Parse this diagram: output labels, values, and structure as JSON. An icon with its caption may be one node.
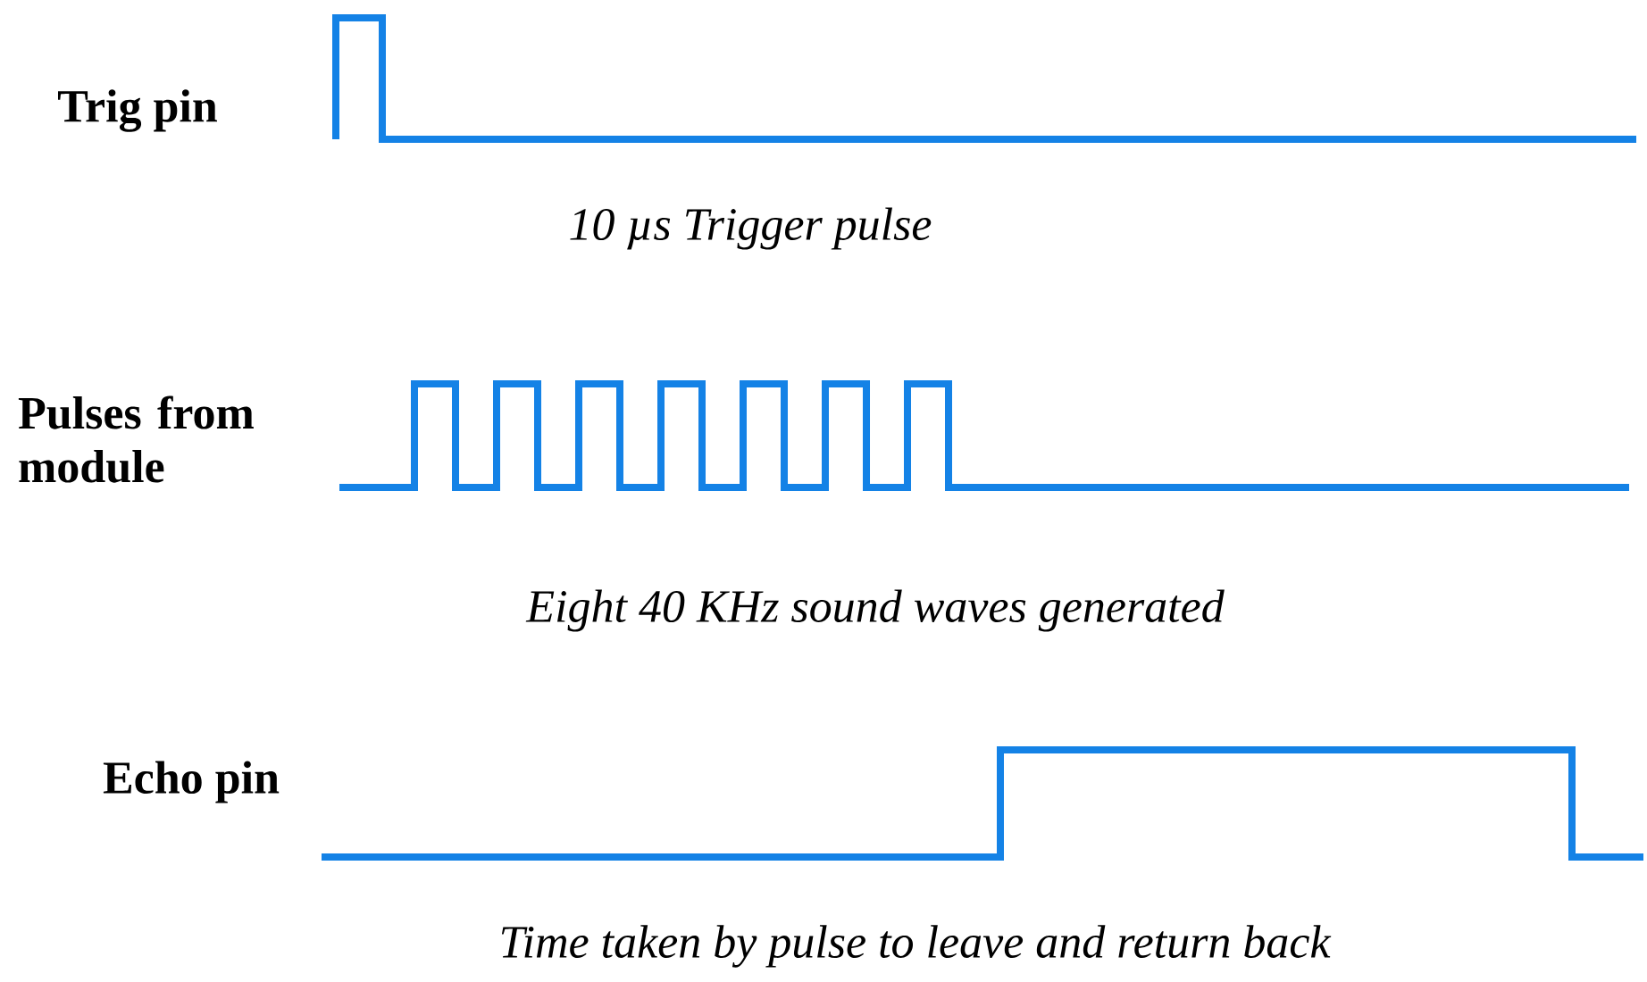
{
  "diagram": {
    "labels": [
      "Trig pin",
      "10 µs Trigger pulse",
      "Pulses from module",
      "Eight 40 KHz sound waves generated",
      "Echo pin",
      "Time taken by pulse to leave and return back"
    ]
  }
}
